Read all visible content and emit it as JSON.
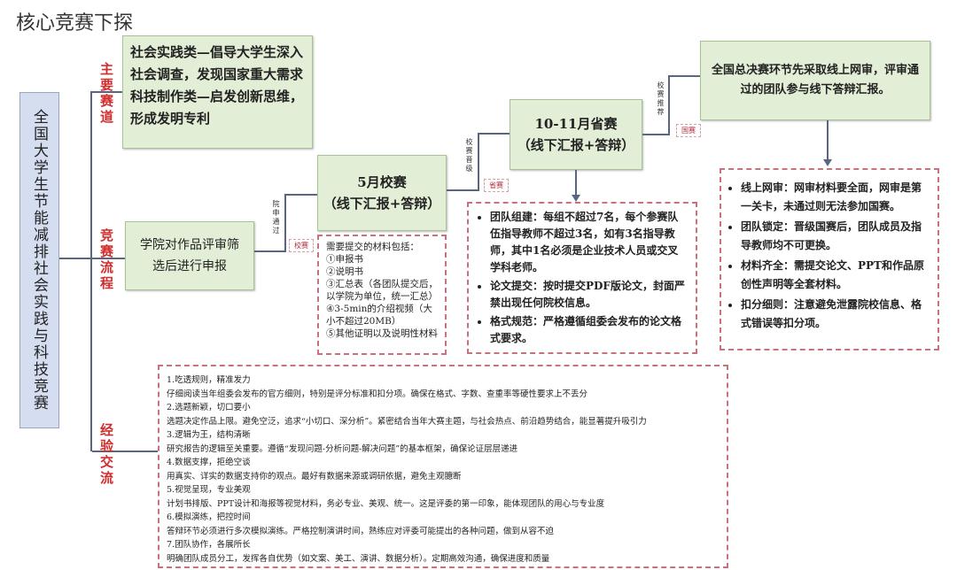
{
  "title": "核心竞赛下探",
  "root": "全国大学生节能减排社会实践与科技竞赛",
  "sections": {
    "tracks": "主要赛道",
    "process": "竞赛流程",
    "experience": "经验交流"
  },
  "tracks_box": {
    "line1": "社会实践类—倡导大学生深入社会调查，发现国家重大需求",
    "line2": "科技制作类—启发创新思维，形成发明专利"
  },
  "process": {
    "college_box": "学院对作品评审筛选后进行申报",
    "link1_label": "院申通过",
    "link1_tag": "校赛",
    "school_title": "5月校赛",
    "school_sub": "（线下汇报+答辩）",
    "materials": [
      "需要提交的材料包括：",
      "①申报书",
      "②说明书",
      "③汇总表（各团队提交后，以学院为单位，统一汇总）",
      "④3-5min的介绍视频（大小不超过20MB）",
      "⑤其他证明以及说明性材料"
    ],
    "link2_label": "校赛晋级",
    "link2_tag": "省赛",
    "province_title": "10-11月省赛",
    "province_sub": "（线下汇报+答辩）",
    "province_notes": [
      "团队组建：每组不超过7名，每个参赛队伍指导教师不超过3名，如有3名指导教师，其中1名必须是企业技术人员或交叉学科老师。",
      "论文提交：按时提交PDF版论文，封面严禁出现任何院校信息。",
      "格式规范：严格遵循组委会发布的论文格式要求。"
    ],
    "link3_label": "校赛推荐",
    "link3_tag": "国赛",
    "national_box": "全国总决赛环节先采取线上网审，评审通过的团队参与线下答辩汇报。",
    "national_notes": [
      "线上网审：网审材料要全面，网审是第一关卡，未通过则无法参加国赛。",
      "团队锁定：晋级国赛后，团队成员及指导教师均不可更换。",
      "材料齐全：需提交论文、PPT和作品原创性声明等全套材料。",
      "扣分细则：注意避免泄露院校信息、格式错误等扣分项。"
    ]
  },
  "experience": [
    {
      "head": "1.吃透规则，精准发力",
      "body": "仔细阅读当年组委会发布的官方细则，特别是评分标准和扣分项。确保在格式、字数、查重率等硬性要求上不丢分"
    },
    {
      "head": "2.选题新颖，切口要小",
      "body": "选题决定作品上限。避免空泛，追求“小切口、深分析”。紧密结合当年大赛主题，与社会热点、前沿趋势结合，能显著提升吸引力"
    },
    {
      "head": "3.逻辑为王，结构清晰",
      "body": "研究报告的逻辑至关重要。遵循“发现问题-分析问题-解决问题”的基本框架，确保论证层层递进"
    },
    {
      "head": "4.数据支撑，拒绝空谈",
      "body": "用真实、详实的数据支持你的观点。最好有数据来源或调研依据，避免主观臆断"
    },
    {
      "head": "5.视觉呈现，专业美观",
      "body": "计划书排版、PPT设计和海报等视觉材料，务必专业、美观、统一。这是评委的第一印象，能体现团队的用心与专业度"
    },
    {
      "head": "6.模拟演练，把控时间",
      "body": "答辩环节必须进行多次模拟演练。严格控制演讲时间，熟练应对评委可能提出的各种问题，做到从容不迫"
    },
    {
      "head": "7.团队协作，各展所长",
      "body": "明确团队成员分工，发挥各自优势（如文案、美工、演讲、数据分析）。定期高效沟通，确保进度和质量"
    }
  ],
  "colors": {
    "green_box": "#e2eed6",
    "root_box": "#d5def0",
    "section_label": "#d22d2d",
    "dashed_border": "#c9727e"
  }
}
